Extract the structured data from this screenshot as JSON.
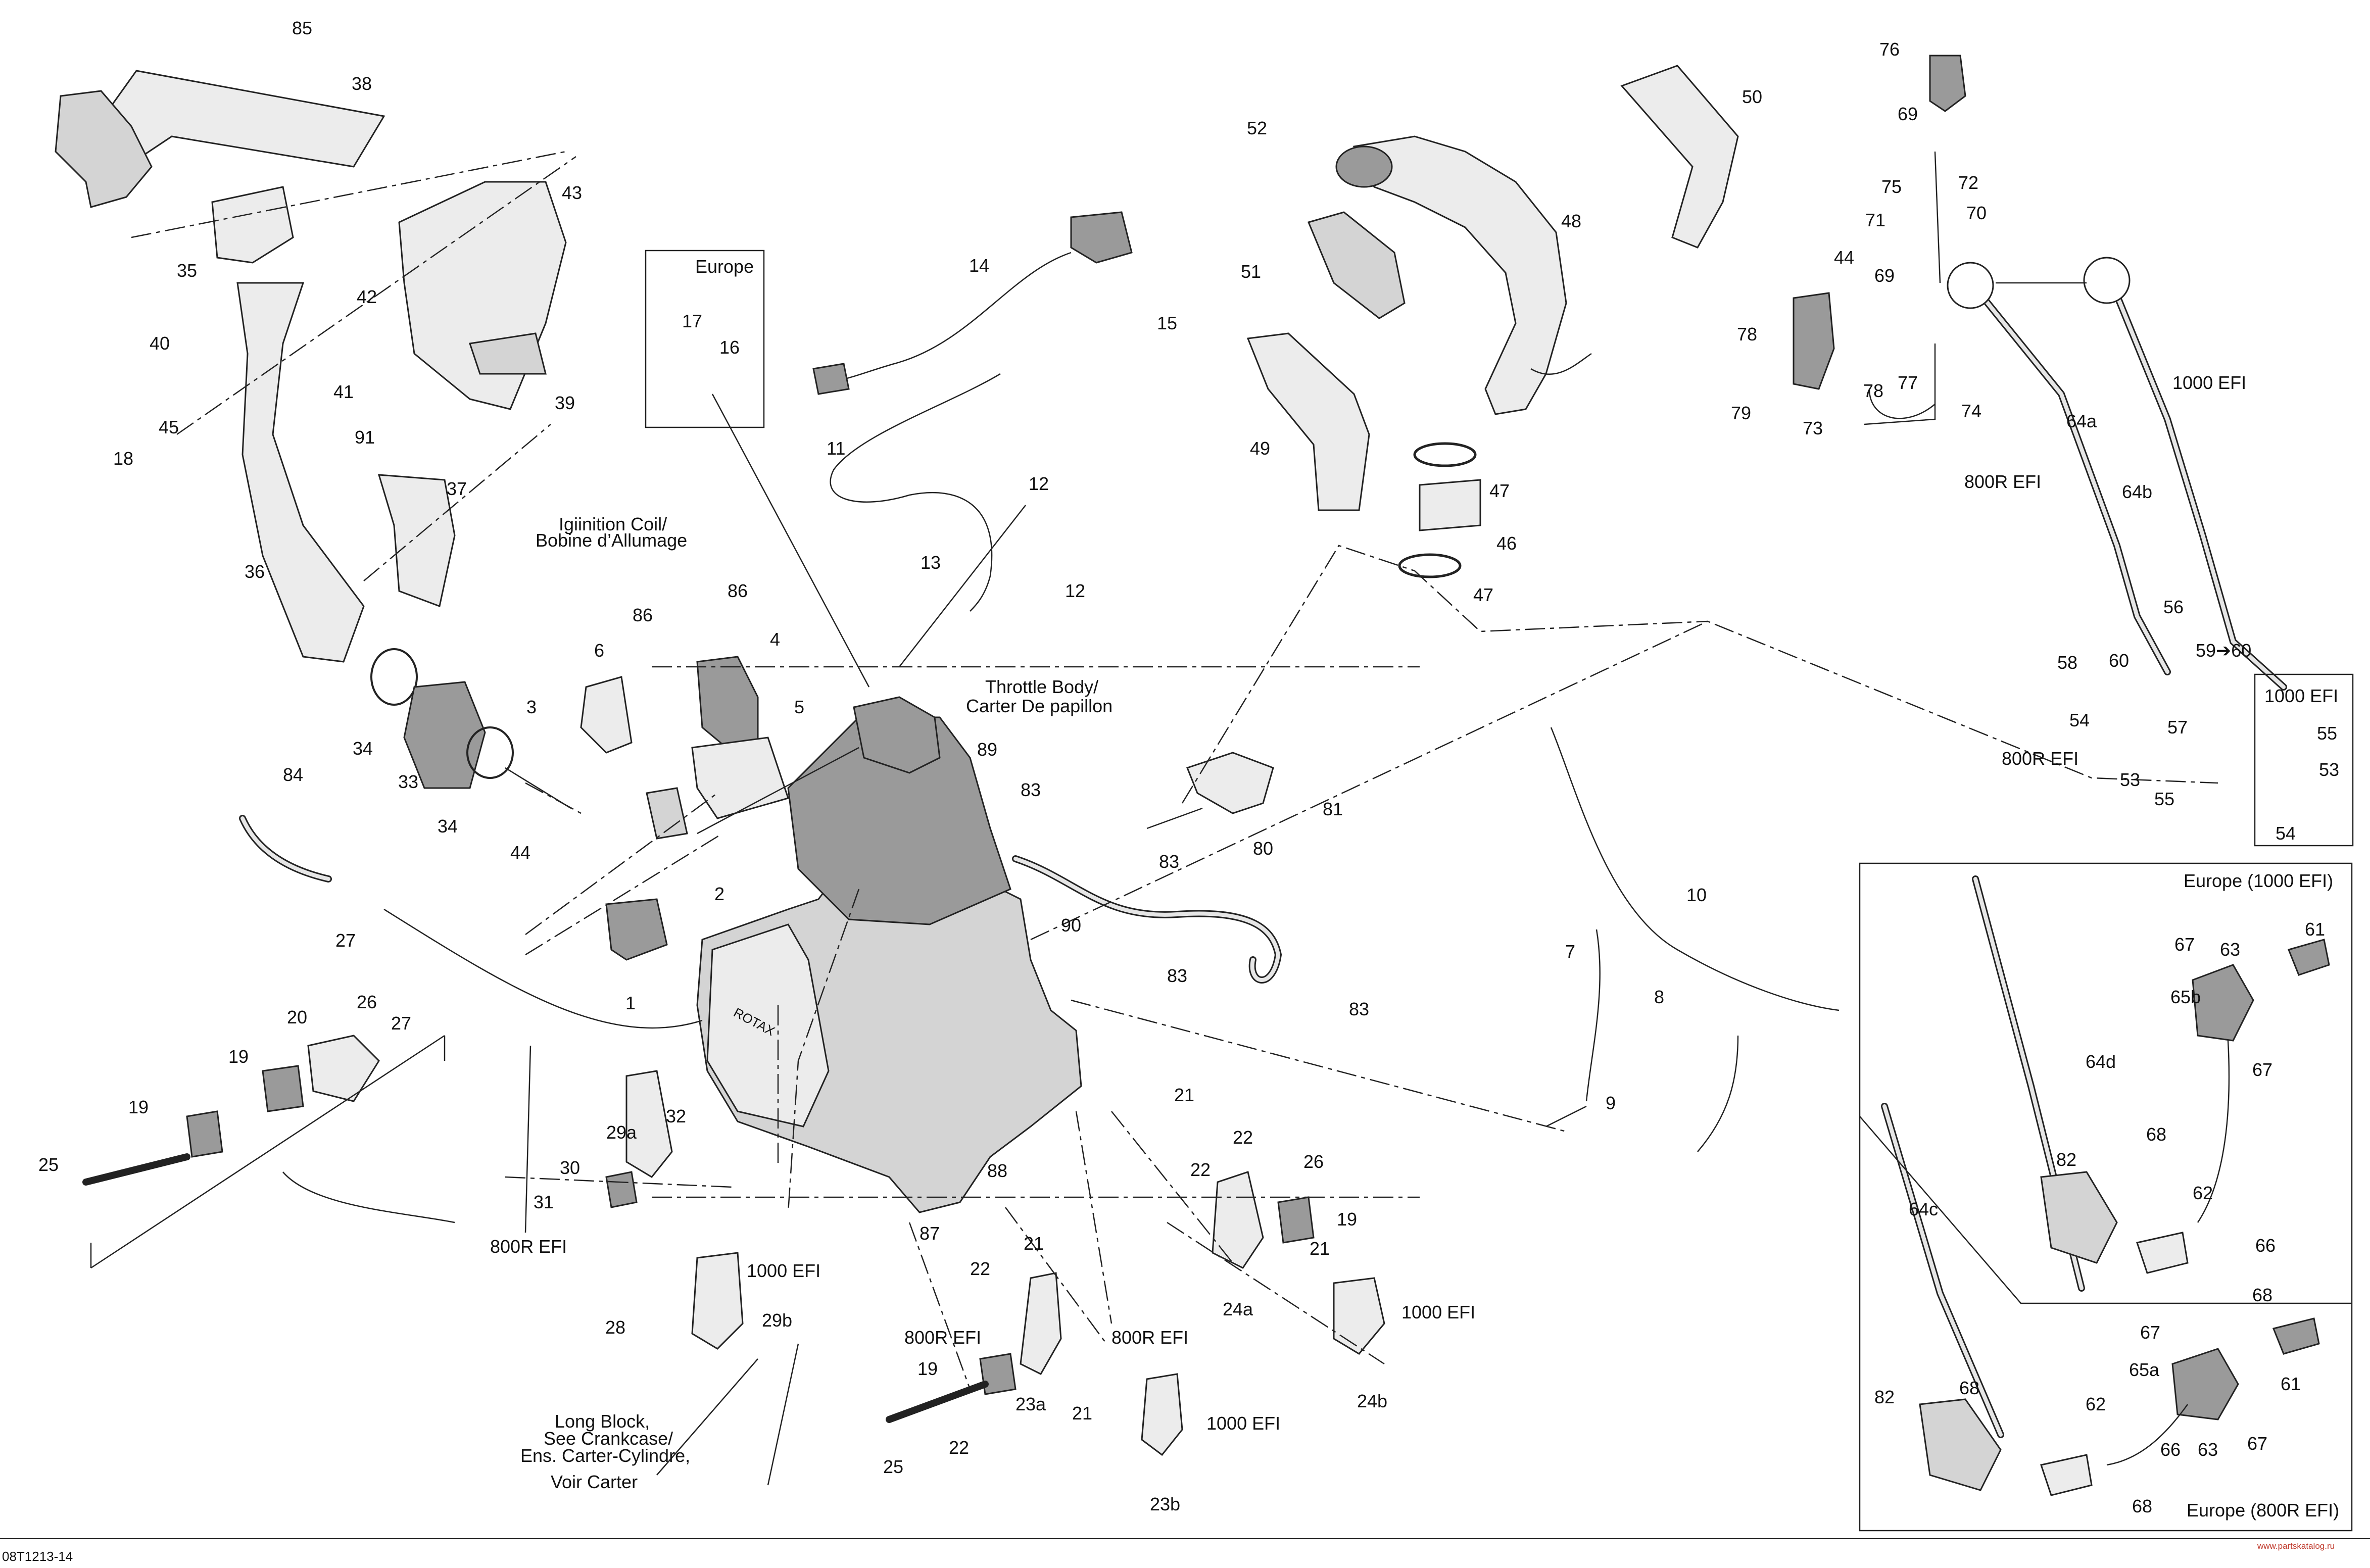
{
  "diagram": {
    "callouts": {
      "n1": "1",
      "n2": "2",
      "n3": "3",
      "n4": "4",
      "n5": "5",
      "n6": "6",
      "n7": "7",
      "n8": "8",
      "n9": "9",
      "n10": "10",
      "n11": "11",
      "n12a": "12",
      "n12b": "12",
      "n13": "13",
      "n14": "14",
      "n15": "15",
      "n16": "16",
      "n17": "17",
      "n18": "18",
      "n19a": "19",
      "n19b": "19",
      "n19c": "19",
      "n19d": "19",
      "n20": "20",
      "n21a": "21",
      "n21b": "21",
      "n21c": "21",
      "n21d": "21",
      "n22a": "22",
      "n22b": "22",
      "n22c": "22",
      "n22d": "22",
      "n23a": "23a",
      "n23b": "23b",
      "n24a": "24a",
      "n24b": "24b",
      "n25a": "25",
      "n25b": "25",
      "n26a": "26",
      "n26b": "26",
      "n27a": "27",
      "n27b": "27",
      "n28": "28",
      "n29a": "29a",
      "n29b": "29b",
      "n30": "30",
      "n31": "31",
      "n32": "32",
      "n33": "33",
      "n34a": "34",
      "n34b": "34",
      "n35": "35",
      "n36": "36",
      "n37": "37",
      "n38": "38",
      "n39": "39",
      "n40": "40",
      "n41": "41",
      "n42": "42",
      "n43": "43",
      "n44a": "44",
      "n44b": "44",
      "n45": "45",
      "n46": "46",
      "n47a": "47",
      "n47b": "47",
      "n48": "48",
      "n49": "49",
      "n50": "50",
      "n51": "51",
      "n52": "52",
      "n53a": "53",
      "n53b": "53",
      "n54a": "54",
      "n54b": "54",
      "n55a": "55",
      "n55b": "55",
      "n56": "56",
      "n57": "57",
      "n58": "58",
      "n59": "59➔60",
      "n60": "60",
      "n61a": "61",
      "n61b": "61",
      "n62a": "62",
      "n62b": "62",
      "n63a": "63",
      "n63b": "63",
      "n64a": "64a",
      "n64b": "64b",
      "n64c": "64c",
      "n64d": "64d",
      "n65a": "65a",
      "n65b": "65b",
      "n66a": "66",
      "n66b": "66",
      "n67a": "67",
      "n67b": "67",
      "n67c": "67",
      "n67d": "67",
      "n68a": "68",
      "n68b": "68",
      "n68c": "68",
      "n68d": "68",
      "n69a": "69",
      "n69b": "69",
      "n70": "70",
      "n71": "71",
      "n72": "72",
      "n73": "73",
      "n74": "74",
      "n75": "75",
      "n76": "76",
      "n77": "77",
      "n78a": "78",
      "n78b": "78",
      "n79": "79",
      "n80": "80",
      "n81": "81",
      "n82a": "82",
      "n82b": "82",
      "n83a": "83",
      "n83b": "83",
      "n83c": "83",
      "n83d": "83",
      "n84": "84",
      "n85": "85",
      "n86a": "86",
      "n86b": "86",
      "n87": "87",
      "n88": "88",
      "n89": "89",
      "n90": "90",
      "n91": "91"
    },
    "captions": {
      "europe_box": "Europe",
      "ignition_1": "Igiinition Coil/",
      "ignition_2": "Bobine d’Allumage",
      "throttle_1": "Throttle Body/",
      "throttle_2": "Carter De papillon",
      "longblock_1": "Long Block,",
      "longblock_2": "See Crankcase/",
      "longblock_3": "Ens. Carter-Cylindre,",
      "longblock_4": "Voir Carter",
      "efi1000_a": "1000 EFI",
      "efi1000_b": "1000 EFI",
      "efi1000_c": "1000 EFI",
      "efi1000_d": "1000 EFI",
      "efi1000_e": "1000 EFI",
      "efi800_a": "800R EFI",
      "efi800_b": "800R EFI",
      "efi800_c": "800R EFI",
      "efi800_d": "800R EFI",
      "efi800_e": "800R EFI",
      "europe_1000": "Europe (1000 EFI)",
      "europe_800": "Europe (800R EFI)",
      "engine_brand": "ROTAX"
    },
    "footer": {
      "drawing_id": "08T1213-14",
      "watermark": "www.partskatalog.ru"
    }
  }
}
